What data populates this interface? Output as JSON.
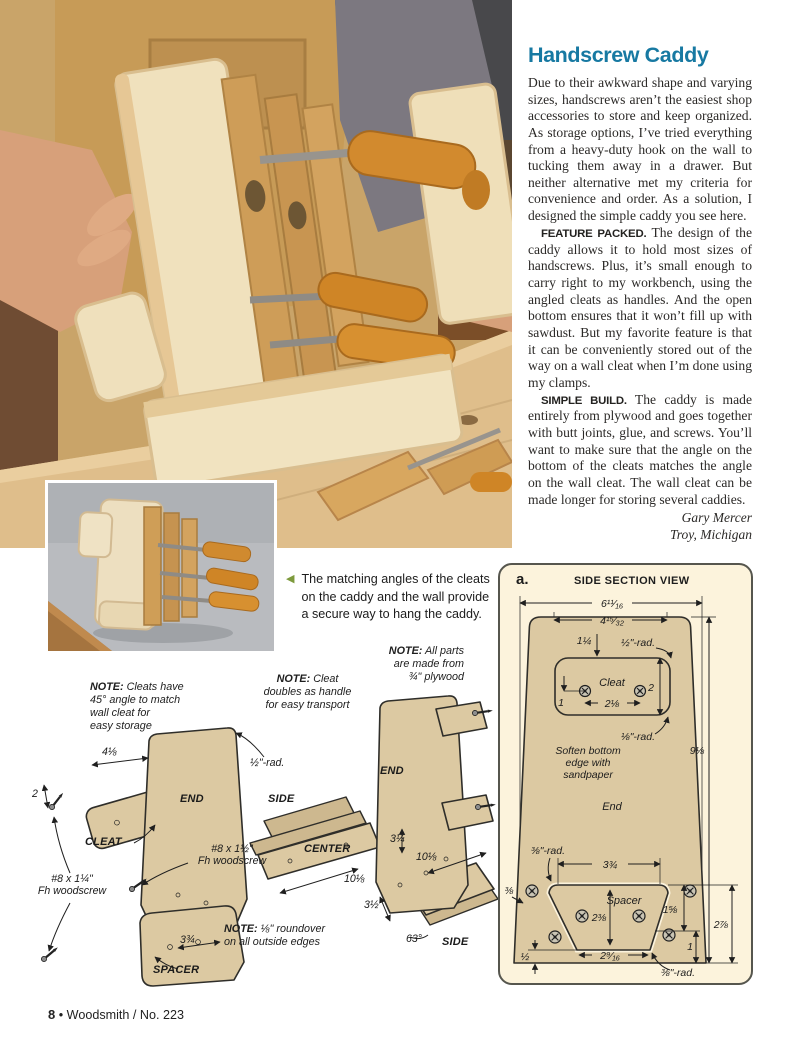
{
  "page": {
    "footer": {
      "page_no": "8",
      "bullet": "•",
      "title": "Woodsmith / No. 223"
    }
  },
  "article": {
    "title": "Handscrew Caddy",
    "para1": "Due to their awkward shape and varying sizes, handscrews aren’t the easiest shop accessories to store and keep organized. As storage options, I’ve tried everything from a heavy-duty hook on the wall to tucking them away in a drawer. But neither alternative met my criteria for convenience and order. As a solution, I designed the simple caddy you see here.",
    "para2_lead": "FEATURE PACKED.",
    "para2_rest": " The design of the caddy allows it to hold most sizes of handscrews. Plus, it’s small enough to carry right to my workbench, using the angled cleats as handles. And the open bottom ensures that it won’t fill up with sawdust. But my favorite feature is that it can be conveniently stored out of the way on a wall cleat when I’m done using my clamps.",
    "para3_lead": "SIMPLE BUILD.",
    "para3_rest": " The caddy is made entirely from plywood and goes together with butt joints, glue, and screws. You’ll want to make sure that the angle on the bottom of the cleats matches the angle on the wall cleat. The wall cleat can be made longer for storing several caddies.",
    "byline_name": "Gary Mercer",
    "byline_city": "Troy, Michigan"
  },
  "caption": {
    "marker": "◀",
    "text": "The matching angles of the cleats on the caddy and the wall provide a secure way to hang the caddy."
  },
  "exploded": {
    "notes": {
      "cleats": {
        "lead": "NOTE:",
        "l1": "Cleats have",
        "l2": "45° angle to match",
        "l3": "wall cleat for",
        "l4": "easy storage"
      },
      "handle": {
        "lead": "NOTE:",
        "l1": "Cleat",
        "l2": "doubles as handle",
        "l3": "for easy transport"
      },
      "material": {
        "lead": "NOTE:",
        "l1": "All parts",
        "l2": "are made from",
        "l3": "¾\" plywood"
      },
      "roundover": {
        "lead": "NOTE:",
        "l1": "⅛\" roundover",
        "l2": "on all outside edges"
      }
    },
    "labels": {
      "cleat": "CLEAT",
      "end_left": "END",
      "side_left": "SIDE",
      "center": "CENTER",
      "side_right": "SIDE",
      "end_right": "END",
      "spacer": "SPACER"
    },
    "dims": {
      "cleat_len": "4⅛",
      "cleat_w": "2",
      "rad_half": "½\"-rad.",
      "spacer_w": "3¾",
      "center_len": "10⅛",
      "side_len": "10⅛",
      "side_h": "3¼",
      "side_w": "3½",
      "angle": "63°"
    },
    "screws": {
      "long": {
        "l1": "#8 x 1½\"",
        "l2": "Fh woodscrew"
      },
      "short": {
        "l1": "#8 x 1¼\"",
        "l2": "Fh woodscrew"
      }
    }
  },
  "section": {
    "fig": "a.",
    "heading": "SIDE SECTION VIEW",
    "labels": {
      "cleat": "Cleat",
      "end": "End",
      "spacer": "Spacer"
    },
    "note_soften": {
      "l1": "Soften bottom",
      "l2": "edge with",
      "l3": "sandpaper"
    },
    "dims": {
      "w_top": "6¹¹⁄₁₆",
      "w_screws": "4¹⁵⁄₃₂",
      "top_off": "1¼",
      "rad_cleat": "½\"-rad.",
      "one": "1",
      "two": "2",
      "screw_span": "2⅛",
      "rad_edge": "⅛\"-rad.",
      "height": "9⅛",
      "rad_spacer": "⅜\"-rad.",
      "spacer_top": "3¾",
      "spacer_h": "2⅜",
      "t38": "⅜",
      "half": "½",
      "spacer_bot": "2⁹⁄₁₆",
      "one_b": "1",
      "r158": "1⅝",
      "r278": "2⅞",
      "rad_br": "⅜\"-rad."
    }
  }
}
